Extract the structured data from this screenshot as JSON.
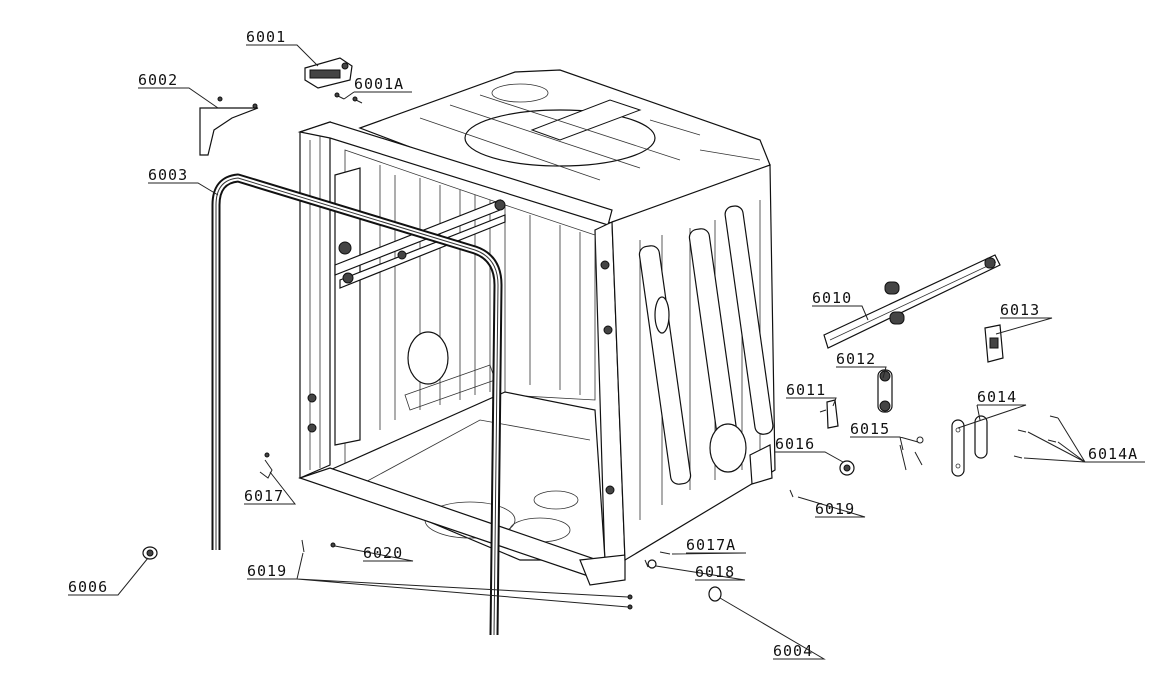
{
  "diagram": {
    "callouts": {
      "c6001": "6001",
      "c6001A": "6001A",
      "c6002": "6002",
      "c6003": "6003",
      "c6004": "6004",
      "c6006": "6006",
      "c6010": "6010",
      "c6011": "6011",
      "c6012": "6012",
      "c6013": "6013",
      "c6014": "6014",
      "c6014A": "6014A",
      "c6015": "6015",
      "c6016": "6016",
      "c6017": "6017",
      "c6017A": "6017A",
      "c6018": "6018",
      "c6019a": "6019",
      "c6019b": "6019",
      "c6020": "6020"
    }
  }
}
